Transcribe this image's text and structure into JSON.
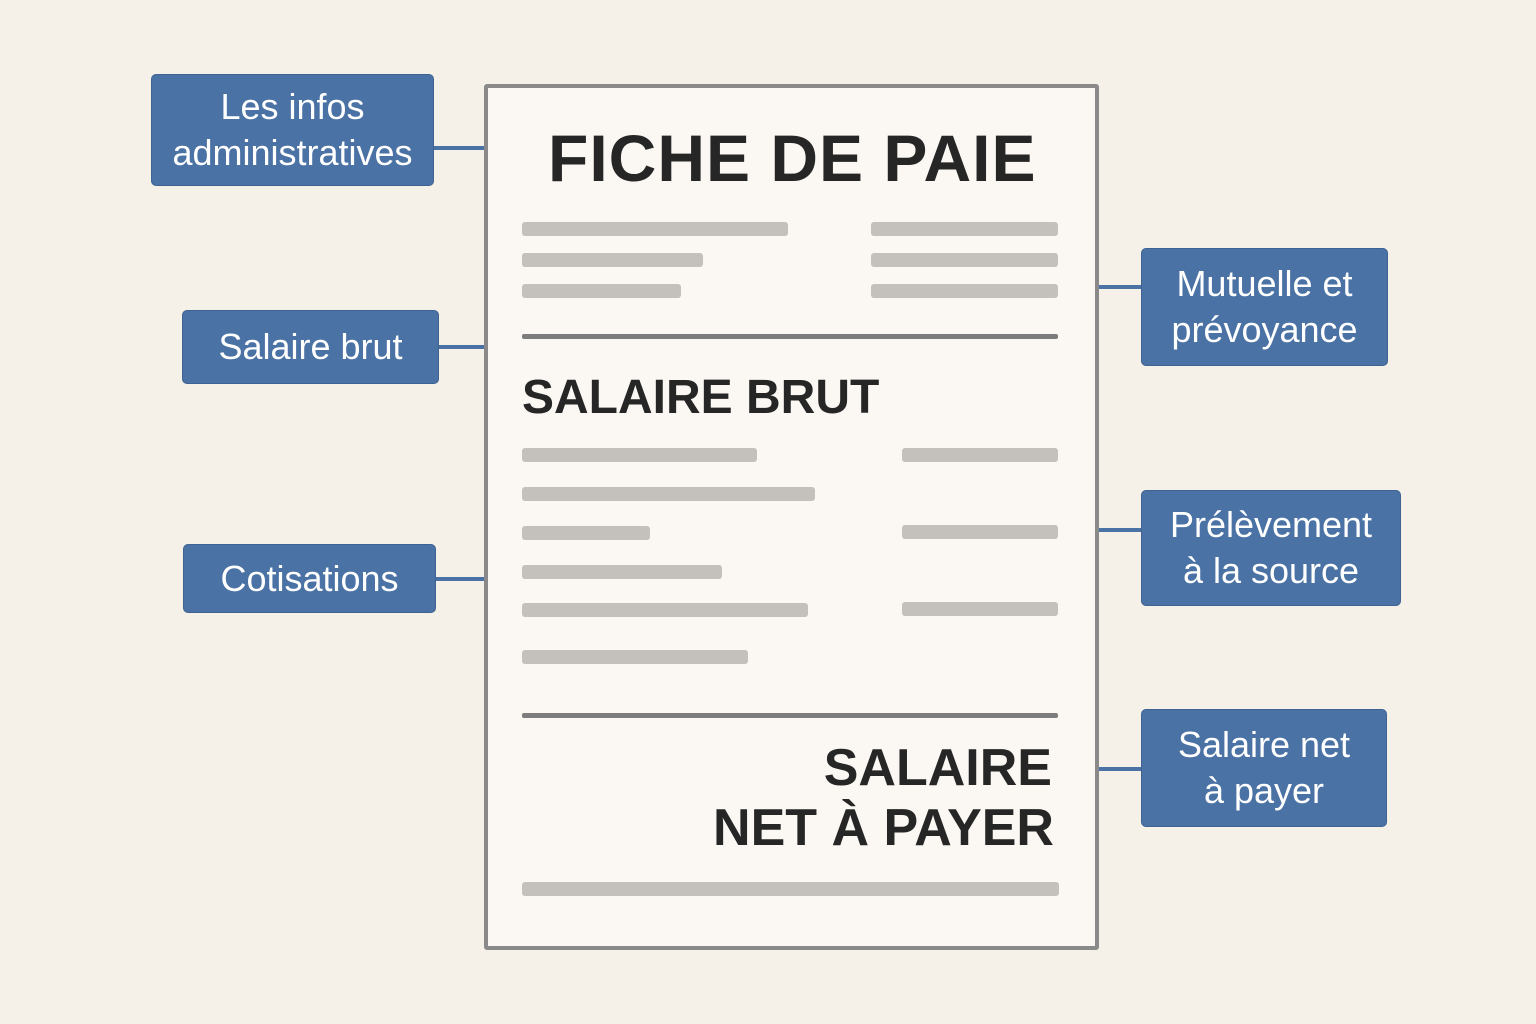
{
  "sheet": {
    "title": "FICHE DE PAIE",
    "section_gross": "SALAIRE BRUT",
    "section_net_line1": "SALAIRE",
    "section_net_line2": "NET À PAYER"
  },
  "labels": {
    "admin": {
      "line1": "Les infos",
      "line2": "administratives"
    },
    "gross": {
      "line1": "Salaire brut"
    },
    "contributions": {
      "line1": "Cotisations"
    },
    "mutual": {
      "line1": "Mutuelle et",
      "line2": "prévoyance"
    },
    "withholding": {
      "line1": "Prélèvement",
      "line2": "à la source"
    },
    "net": {
      "line1": "Salaire net",
      "line2": "à payer"
    }
  },
  "colors": {
    "background": "#f6f1e8",
    "label_fill": "#4a72a4",
    "label_text": "#ffffff",
    "sheet_fill": "#fbf8f3",
    "sheet_border": "#8a8a8a",
    "placeholder_bar": "#c4c1bd",
    "heading_text": "#262626"
  }
}
